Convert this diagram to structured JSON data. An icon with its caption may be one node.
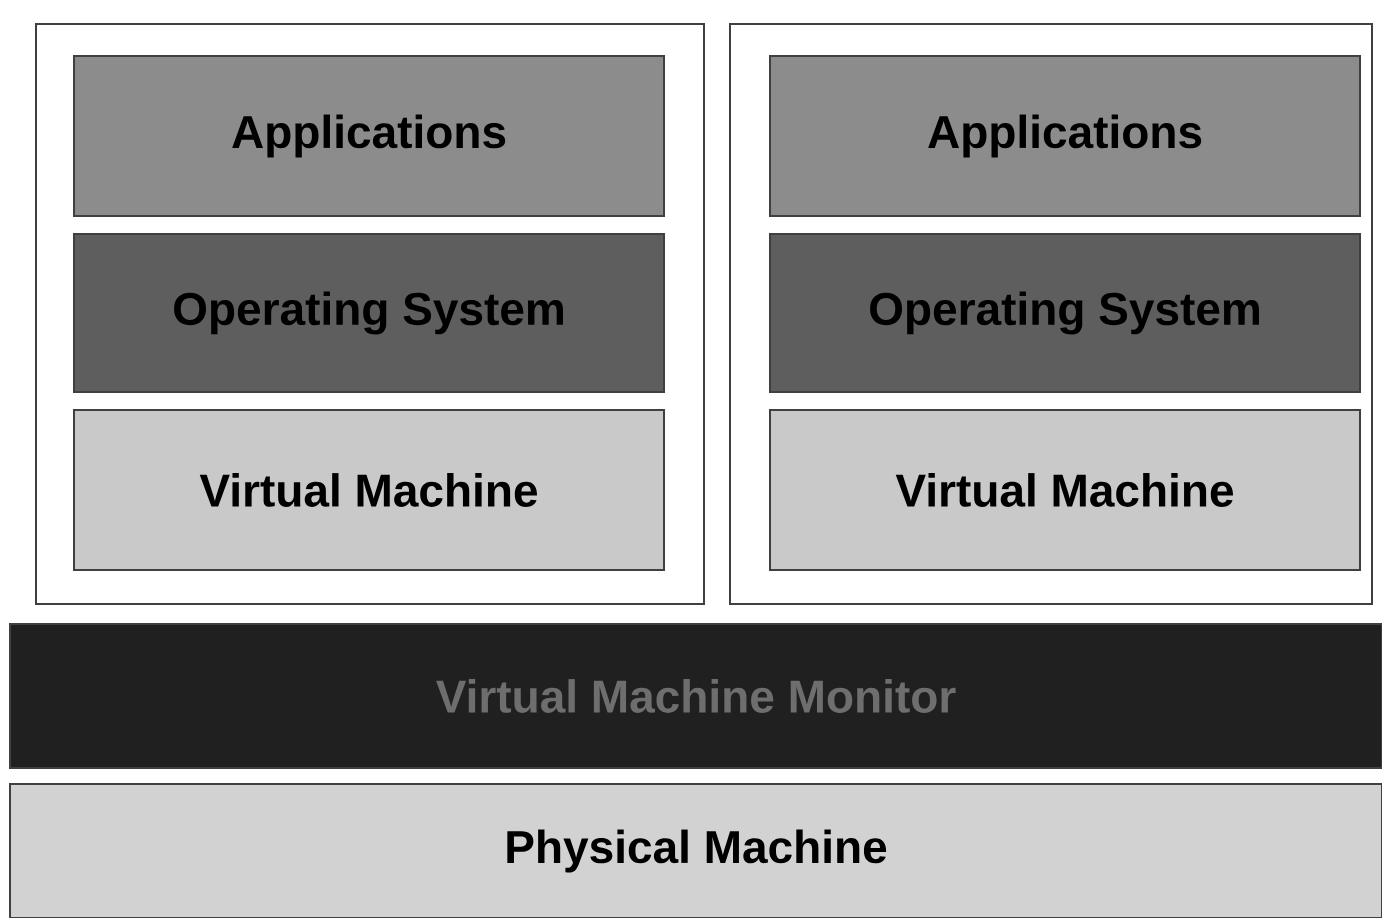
{
  "diagram": {
    "nodes": [
      {
        "text": [],
        "shape": "box"
      },
      {
        "text": [
          "Applications"
        ],
        "in": 0
      },
      {
        "text": [
          "Operating System"
        ],
        "in": 0
      },
      {
        "text": [
          "Virtual Machine"
        ],
        "in": 0
      },
      {
        "text": [],
        "shape": "box"
      },
      {
        "text": [
          "Applications"
        ],
        "in": 4
      },
      {
        "text": [
          "Operating System"
        ],
        "in": 4
      },
      {
        "text": [
          "Virtual Machine"
        ],
        "in": 4
      },
      {
        "text": [
          "Virtual Machine Monitor"
        ]
      },
      {
        "text": [
          "Physical Machine"
        ]
      }
    ]
  }
}
